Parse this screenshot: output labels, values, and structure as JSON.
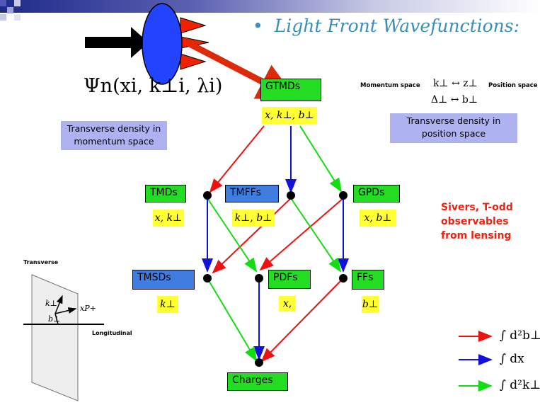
{
  "title": "Light Front Wavefunctions:",
  "psi_formula": "Ψn(xi, k⊥i, λi)",
  "notes": {
    "momentum": "Transverse density in momentum space",
    "position": "Transverse density in position space"
  },
  "correspondence": {
    "momentum_space_label": "Momentum space",
    "position_space_label": "Position space",
    "relation1": "k⊥ ↔ z⊥",
    "relation2": "Δ⊥ ↔ b⊥"
  },
  "boxes": {
    "gtmds": "GTMDs",
    "tmds": "TMDs",
    "tmffs": "TMFFs",
    "gpds": "GPDs",
    "tmsds": "TMSDs",
    "pdfs": "PDFs",
    "ffs": "FFs",
    "charges": "Charges"
  },
  "vars": {
    "gtmds": "x, k⊥, b⊥",
    "tmds": "x, k⊥",
    "tmffs": "k⊥, b⊥",
    "gpds": "x, b⊥",
    "tmsds": "k⊥",
    "pdfs": "x,",
    "ffs": "b⊥"
  },
  "sivers": [
    "Sivers, T-odd",
    "observables",
    "from lensing"
  ],
  "frame": {
    "transverse": "Transverse",
    "longitudinal": "Longitudinal",
    "k_label": "k⊥",
    "b_label": "b⊥",
    "p_label": "xP+"
  },
  "legend": [
    {
      "color": "#ee1111",
      "formula": "∫ d²b⊥"
    },
    {
      "color": "#1111dd",
      "formula": "∫ dx"
    },
    {
      "color": "#11dd11",
      "formula": "∫ d²k⊥"
    }
  ]
}
